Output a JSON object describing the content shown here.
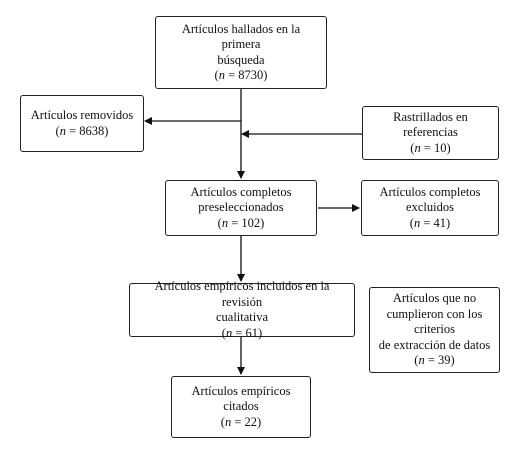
{
  "boxes": {
    "first_search": {
      "line1": "Artículos hallados en la primera",
      "line2": "búsqueda",
      "n_label": "n",
      "n_value": "= 8730"
    },
    "removed": {
      "line1": "Artículos removidos",
      "n_label": "n",
      "n_value": "= 8638"
    },
    "references": {
      "line1": "Rastrillados en referencias",
      "n_label": "n",
      "n_value": "= 10"
    },
    "preselected": {
      "line1": "Artículos completos",
      "line2": "preseleccionados",
      "n_label": "n",
      "n_value": "= 102"
    },
    "excluded": {
      "line1": "Artículos completos",
      "line2": "excluidos",
      "n_label": "n",
      "n_value": "= 41"
    },
    "empirical_included": {
      "line1": "Artículos empíricos incluidos en la revisión",
      "line2": "cualitativa",
      "n_label": "n",
      "n_value": "= 61"
    },
    "not_meeting": {
      "line1": "Artículos que no",
      "line2": "cumplieron con los criterios",
      "line3": "de extracción de datos",
      "n_label": "n",
      "n_value": "= 39"
    },
    "cited": {
      "line1": "Artículos empíricos citados",
      "n_label": "n",
      "n_value": "= 22"
    }
  }
}
